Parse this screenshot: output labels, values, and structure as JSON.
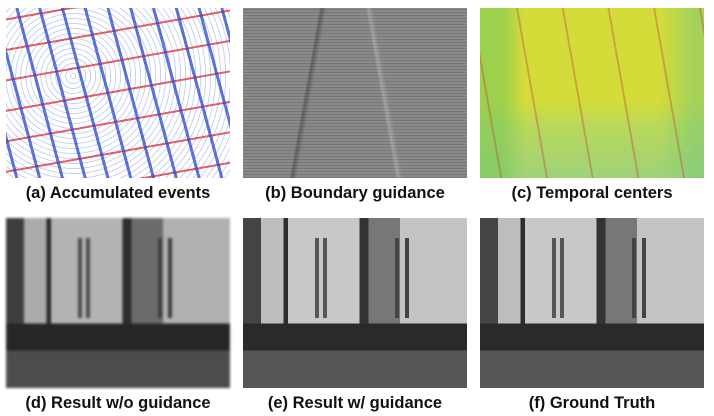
{
  "panels": [
    {
      "caption": "(a) Accumulated events"
    },
    {
      "caption": "(b) Boundary guidance"
    },
    {
      "caption": "(c) Temporal centers"
    },
    {
      "caption": "(d) Result w/o guidance"
    },
    {
      "caption": "(e) Result w/ guidance"
    },
    {
      "caption": "(f) Ground Truth"
    }
  ]
}
